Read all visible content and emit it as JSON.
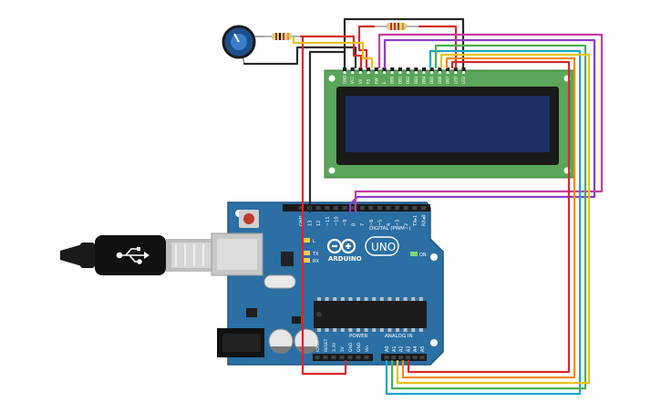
{
  "board": {
    "logo_text": "ARDUINO",
    "model": "UNO",
    "digital_header": "DIGITAL (PWM~)",
    "power_header": "POWER",
    "analog_header": "ANALOG IN",
    "on_label": "ON",
    "tx_label": "TX",
    "rx_label": "RX",
    "l_label": "L",
    "digital_pins": [
      "GND",
      "13",
      "12",
      "~11",
      "~10",
      "~9",
      "8",
      "7",
      "~6",
      "~5",
      "4",
      "~3",
      "2",
      "TX▸1",
      "RX◂0"
    ],
    "power_pins": [
      "IOREF",
      "RESET",
      "3.3V",
      "5V",
      "GND",
      "GND",
      "Vin"
    ],
    "analog_pins": [
      "A0",
      "A1",
      "A2",
      "A3",
      "A4",
      "A5"
    ]
  },
  "lcd": {
    "pins": [
      "GND",
      "VCC",
      "V0",
      "RS",
      "RW",
      "E",
      "DB0",
      "DB1",
      "DB2",
      "DB3",
      "DB4",
      "DB5",
      "DB6",
      "DB7",
      "LED",
      "LED"
    ]
  },
  "colors": {
    "board": "#2b6fa3",
    "lcd_pcb": "#5aa65a",
    "lcd_screen": "#1f2f63",
    "wire_red": "#d42a2a",
    "wire_black": "#2a2a2a",
    "wire_purple": "#8c3cc8",
    "wire_magenta": "#c43ca0",
    "wire_green": "#4caf50",
    "wire_yellow": "#e8c21a",
    "wire_orange": "#f08a1c",
    "wire_cyan": "#1ea6c8"
  },
  "icons": {
    "usb": "usb-icon",
    "potentiometer": "potentiometer-knob-icon"
  }
}
